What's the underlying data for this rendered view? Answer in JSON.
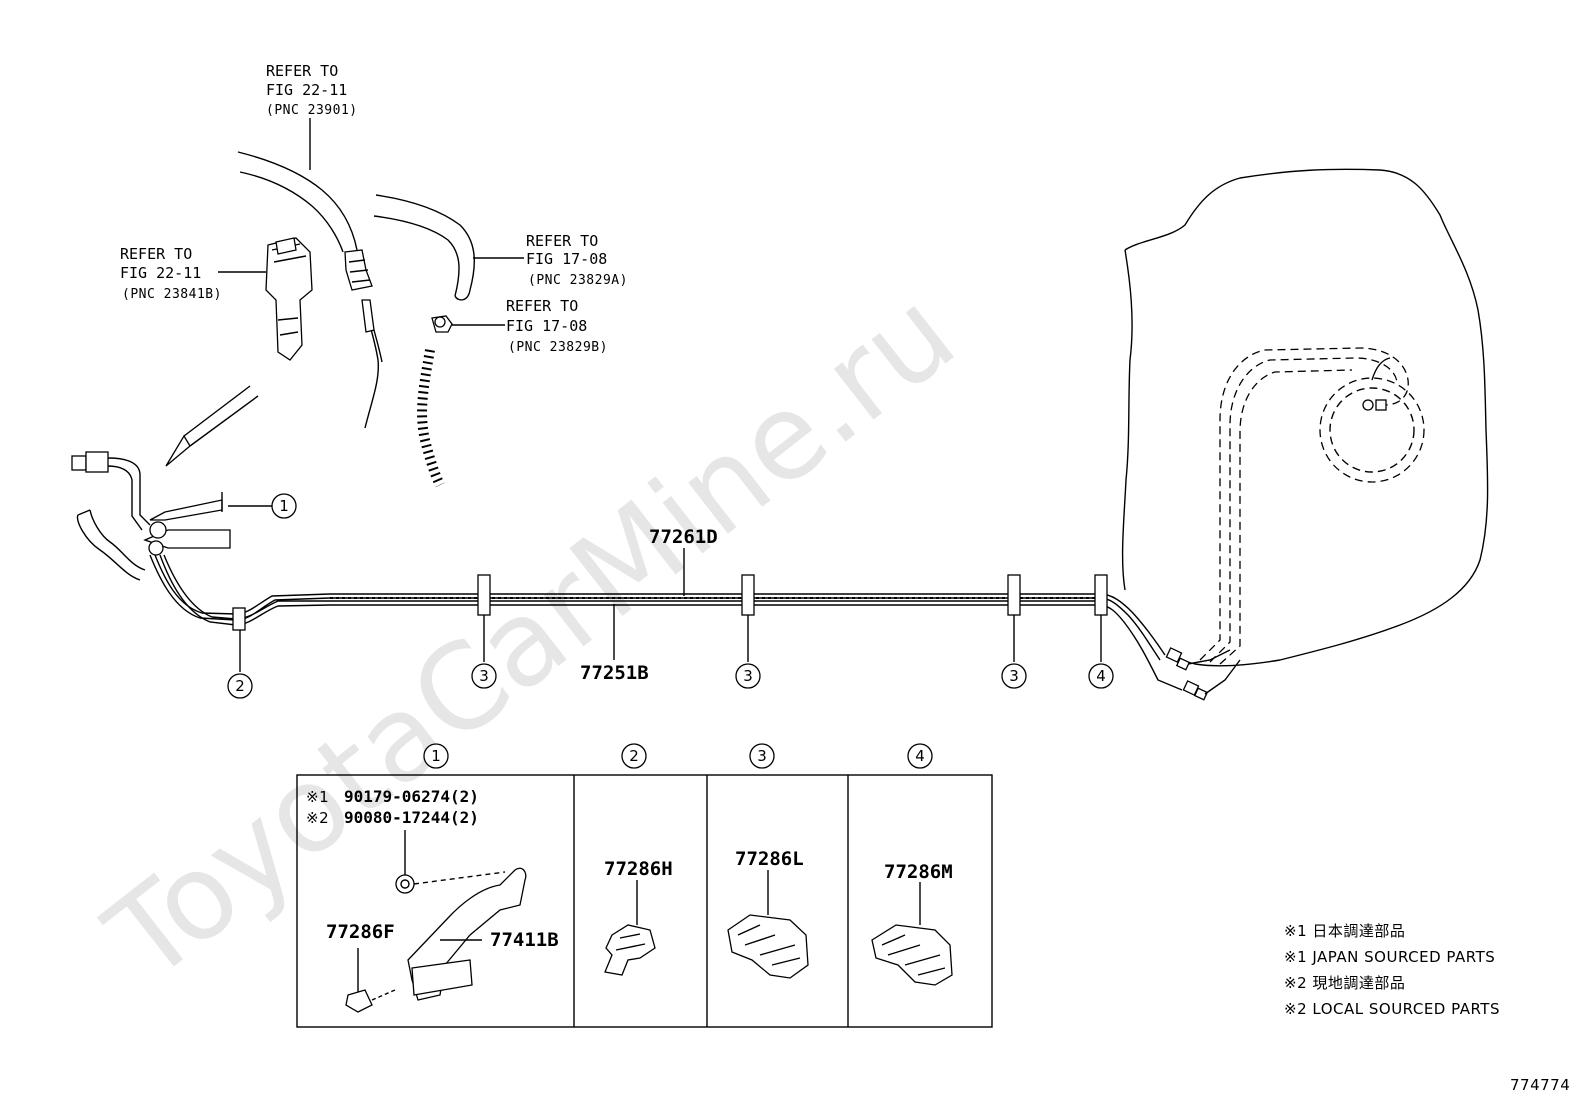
{
  "watermark": "ToyotaCarMine.ru",
  "references": [
    {
      "line1": "REFER TO",
      "line2": "FIG 22-11",
      "pnc": "(PNC 23901)"
    },
    {
      "line1": "REFER TO",
      "line2": "FIG 22-11",
      "pnc": "(PNC 23841B)"
    },
    {
      "line1": "REFER TO",
      "line2": "FIG 17-08",
      "pnc": "(PNC 23829A)"
    },
    {
      "line1": "REFER TO",
      "line2": "FIG 17-08",
      "pnc": "(PNC 23829B)"
    }
  ],
  "main_parts": {
    "tube_upper": "77261D",
    "tube_lower": "77251B"
  },
  "callouts": {
    "c1": "1",
    "c2": "2",
    "c3a": "3",
    "c3b": "3",
    "c3c": "3",
    "c4": "4"
  },
  "detail_headers": [
    "1",
    "2",
    "3",
    "4"
  ],
  "detail_box1": {
    "note1_mark": "※1",
    "note1_part": "90179-06274(2)",
    "note2_mark": "※2",
    "note2_part": "90080-17244(2)",
    "part_a": "77286F",
    "part_b": "77411B"
  },
  "detail_box2": {
    "part": "77286H"
  },
  "detail_box3": {
    "part": "77286L"
  },
  "detail_box4": {
    "part": "77286M"
  },
  "legend": [
    "※1  日本調達部品",
    "※1  JAPAN SOURCED PARTS",
    "※2  現地調達部品",
    "※2  LOCAL SOURCED PARTS"
  ],
  "figure_id": "774774"
}
